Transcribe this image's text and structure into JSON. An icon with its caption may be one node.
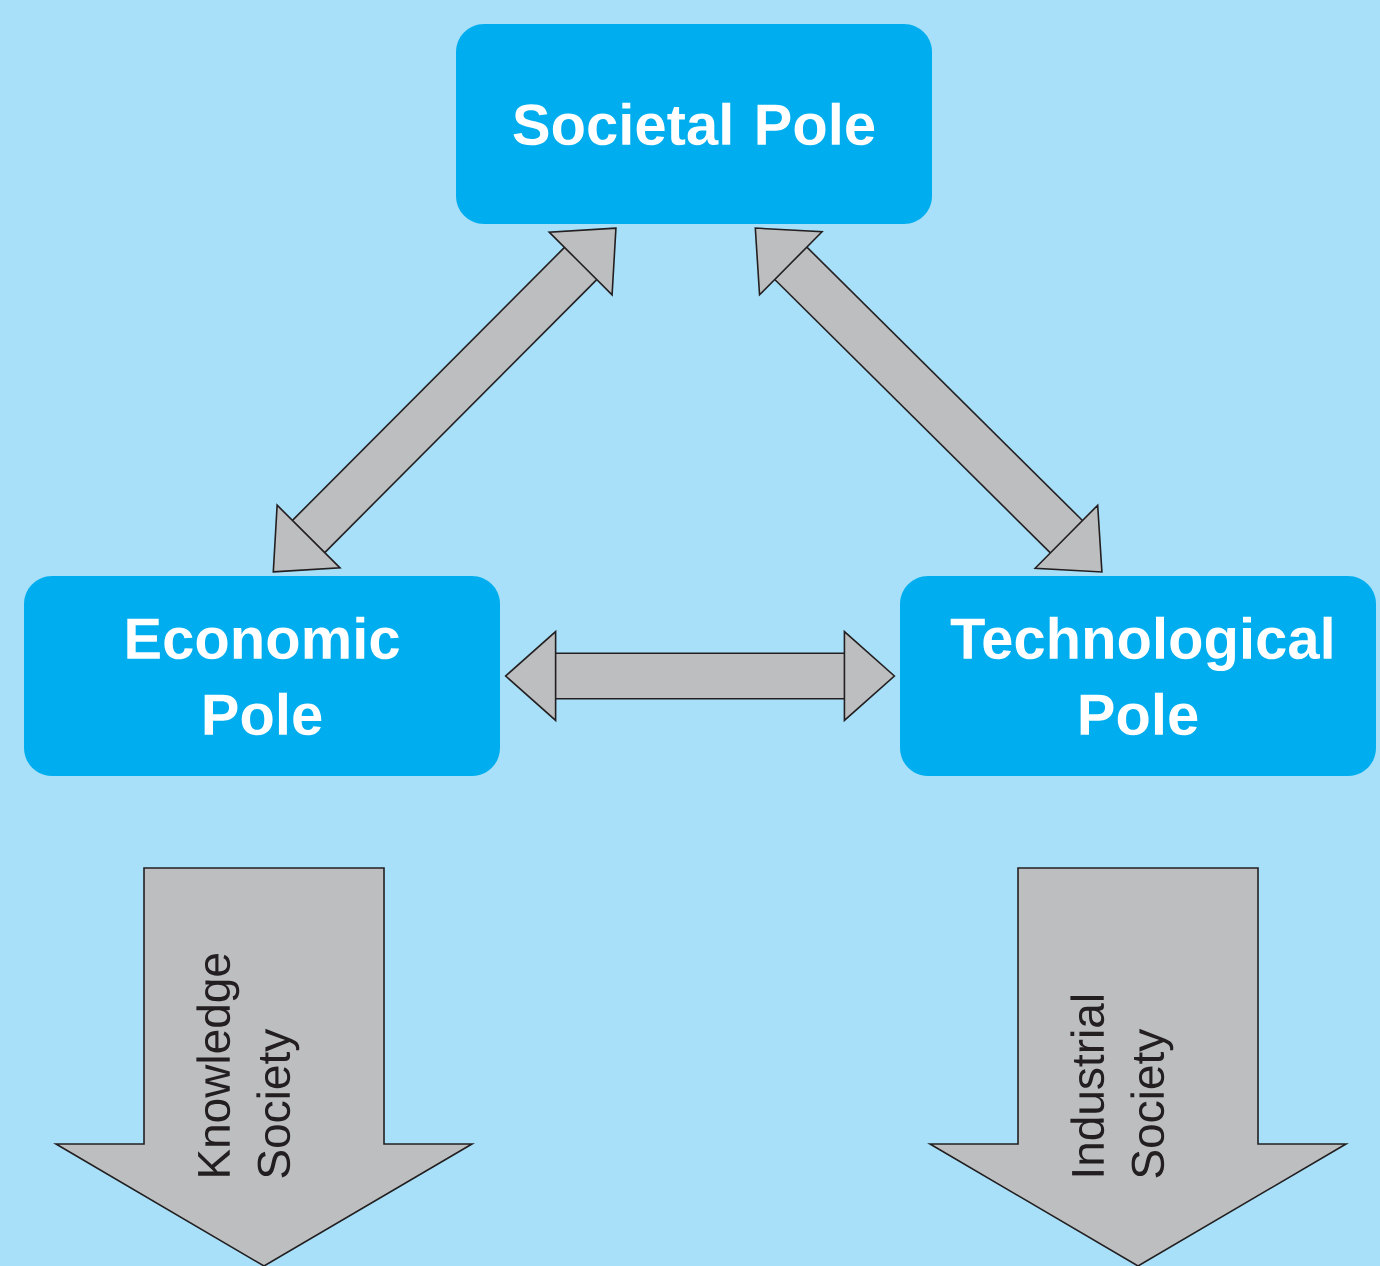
{
  "diagram": {
    "nodes": [
      {
        "text": [
          "Societal Pole"
        ]
      },
      {
        "text": [
          "Economic Pole"
        ]
      },
      {
        "text": [
          "Technological Pole"
        ]
      },
      {
        "text": [
          "Knowledge Society"
        ]
      },
      {
        "text": [
          "Industrial Society"
        ]
      }
    ],
    "edges": [
      {
        "from": 0,
        "to": 1,
        "arrow": "both"
      },
      {
        "from": 0,
        "to": 2,
        "arrow": "both"
      },
      {
        "from": 1,
        "to": 2,
        "arrow": "both"
      }
    ]
  }
}
